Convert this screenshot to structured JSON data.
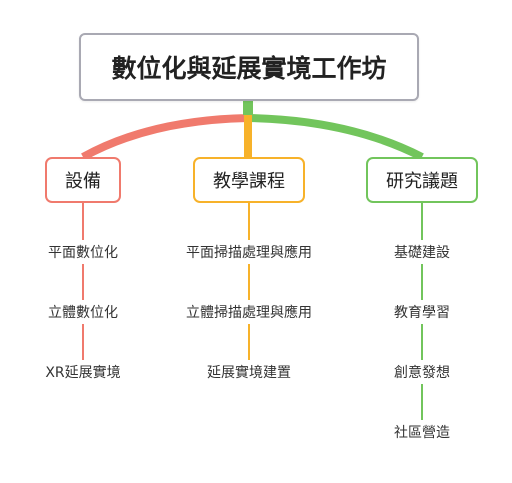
{
  "root": {
    "label": "數位化與延展實境工作坊"
  },
  "branches": [
    {
      "label": "設備",
      "color": "#f07a6d",
      "children": [
        "平面數位化",
        "立體數位化",
        "XR延展實境"
      ]
    },
    {
      "label": "教學課程",
      "color": "#f7b22a",
      "children": [
        "平面掃描處理與應用",
        "立體掃描處理與應用",
        "延展實境建置"
      ]
    },
    {
      "label": "研究議題",
      "color": "#72c55c",
      "children": [
        "基礎建設",
        "教育學習",
        "創意發想",
        "社區營造"
      ]
    }
  ]
}
